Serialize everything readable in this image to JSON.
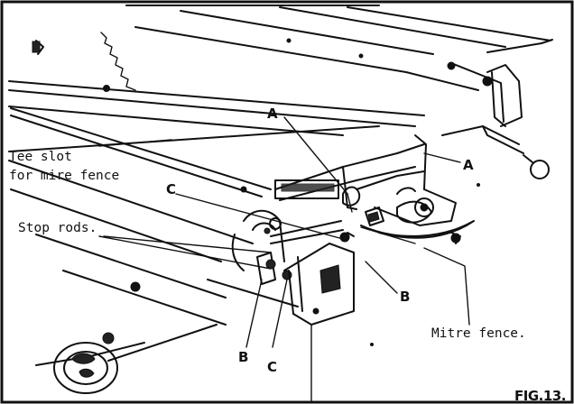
{
  "labels": {
    "tee_slot_line1": "Tee slot",
    "tee_slot_line2": "for mire fence",
    "stop_rods": "Stop rods.",
    "mitre_fence": "Mitre fence.",
    "letter_a_top": "A",
    "letter_a_right": "A",
    "letter_c_mid": "C",
    "letter_c_bottom": "C",
    "letter_b_right": "B",
    "letter_b_left": "B",
    "figure_number": "FIG.13."
  },
  "colors": {
    "ink": "#111111",
    "paper": "#ffffff"
  }
}
